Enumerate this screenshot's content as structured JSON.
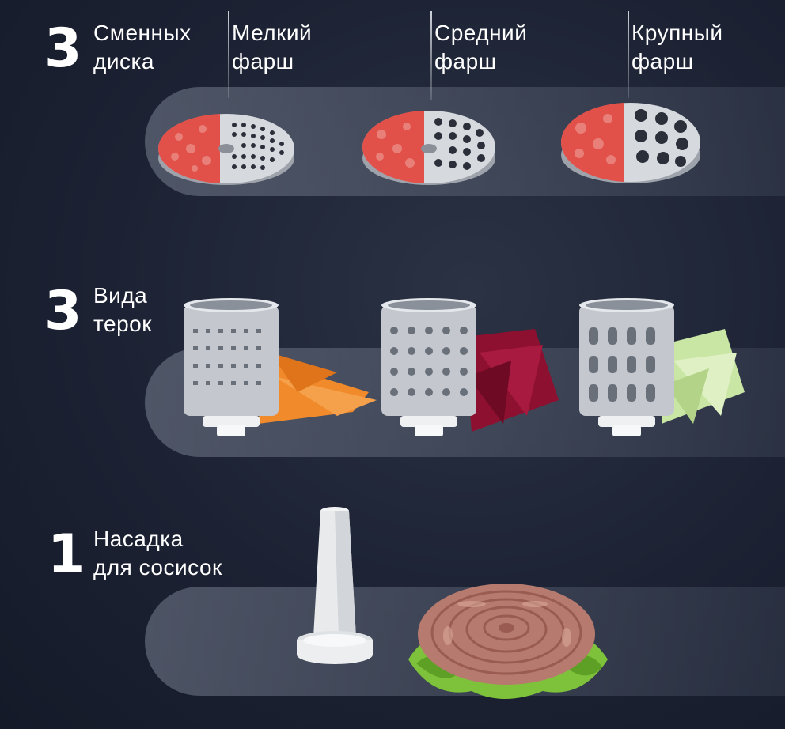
{
  "section_discs": {
    "count": "3",
    "label_line1": "Сменных",
    "label_line2": "диска",
    "discs": [
      {
        "line1": "Мелкий",
        "line2": "фарш"
      },
      {
        "line1": "Средний",
        "line2": "фарш"
      },
      {
        "line1": "Крупный",
        "line2": "фарш"
      }
    ]
  },
  "section_graters": {
    "count": "3",
    "label_line1": "Вида",
    "label_line2": "терок"
  },
  "section_sausage": {
    "count": "1",
    "label_line1": "Насадка",
    "label_line2": "для сосисок"
  },
  "colors": {
    "background": "#1c2233",
    "band": "#6e7688",
    "meat": "#e2504a",
    "carrot": "#f08a2a",
    "beet": "#8e1030",
    "cabbage": "#c9e6a4",
    "sausage": "#b77a6e",
    "lettuce": "#7dc23a"
  }
}
